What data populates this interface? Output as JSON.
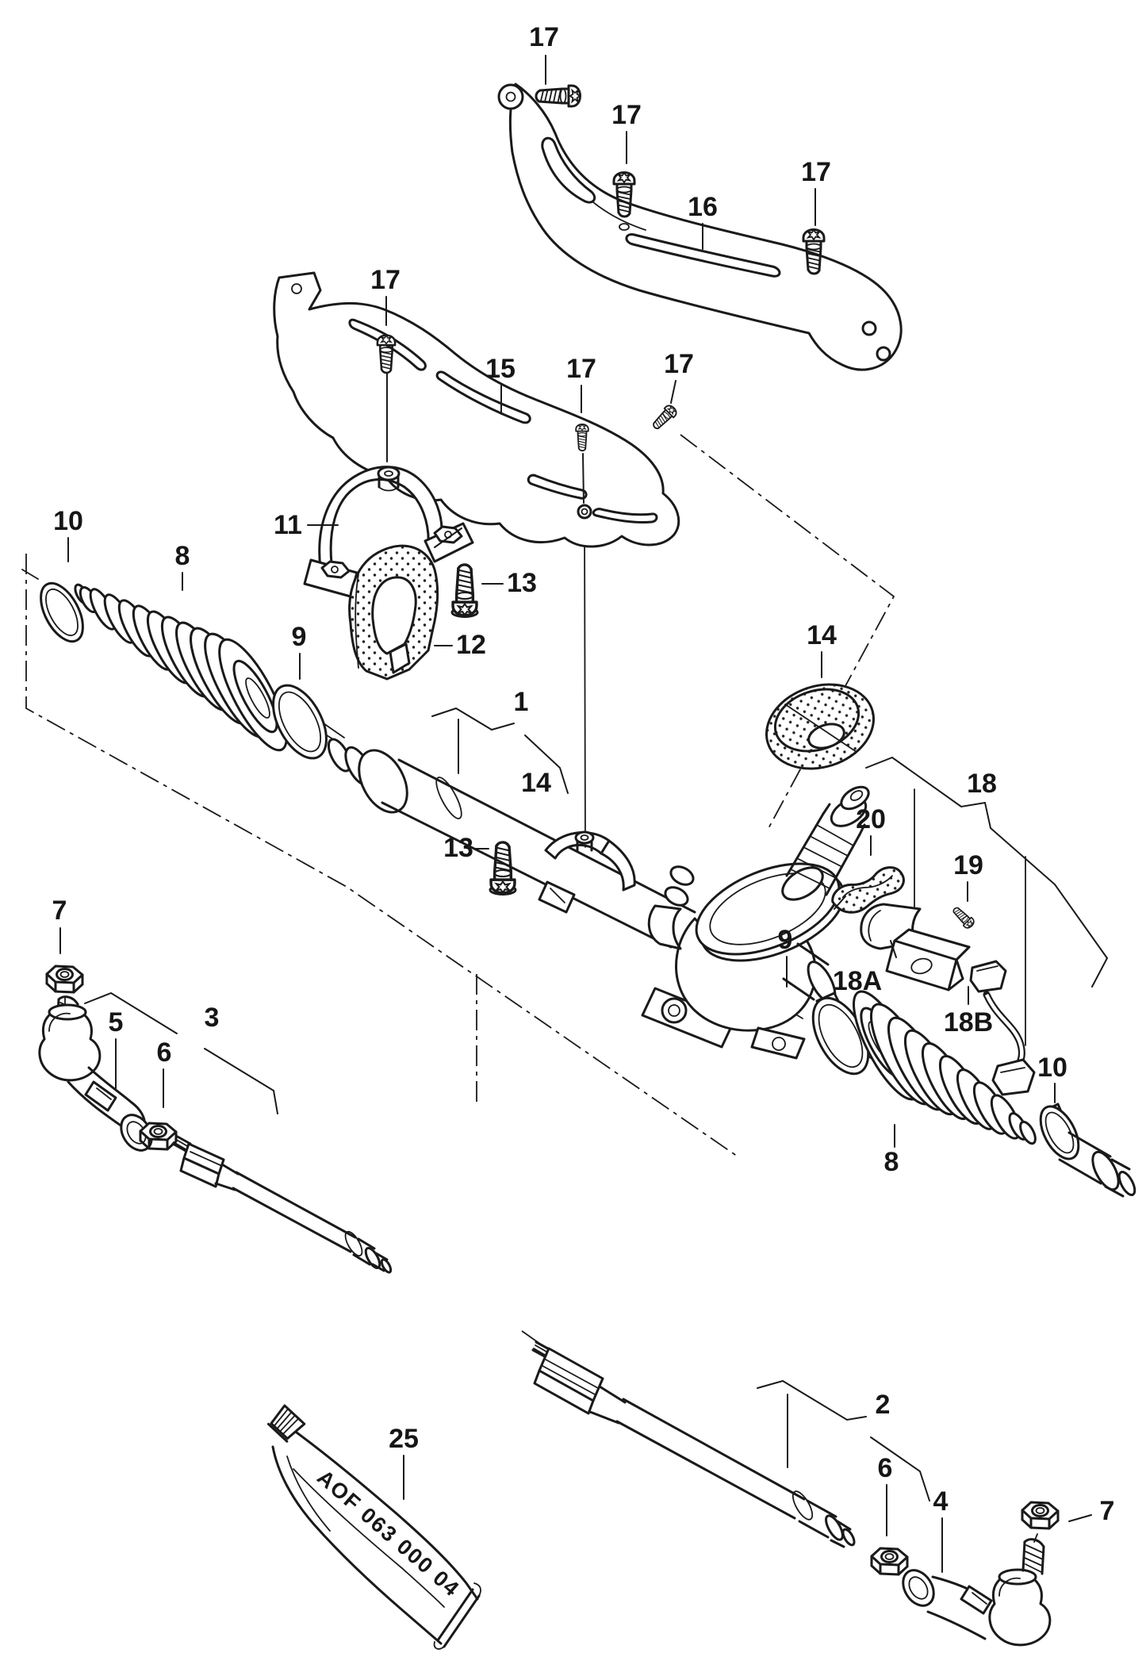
{
  "diagram": {
    "colors": {
      "line": "#1a1a1a",
      "background": "#ffffff"
    },
    "tube_code": "AOF 063 000 04",
    "callouts": {
      "c17a": "17",
      "c17b": "17",
      "c16": "16",
      "c17c": "17",
      "c17d": "17",
      "c15": "15",
      "c17e": "17",
      "c17f": "17",
      "c11": "11",
      "c13a": "13",
      "c12": "12",
      "c10a": "10",
      "c8a": "8",
      "c9a": "9",
      "c1": "1",
      "c14a": "14",
      "c14b": "14",
      "c20": "20",
      "c18": "18",
      "c19": "19",
      "c18A": "18A",
      "c18B": "18B",
      "c9b": "9",
      "c13b": "13",
      "c8b": "8",
      "c10b": "10",
      "c7a": "7",
      "c5": "5",
      "c6a": "6",
      "c3": "3",
      "c2": "2",
      "c6b": "6",
      "c4": "4",
      "c7b": "7",
      "c25": "25"
    }
  }
}
